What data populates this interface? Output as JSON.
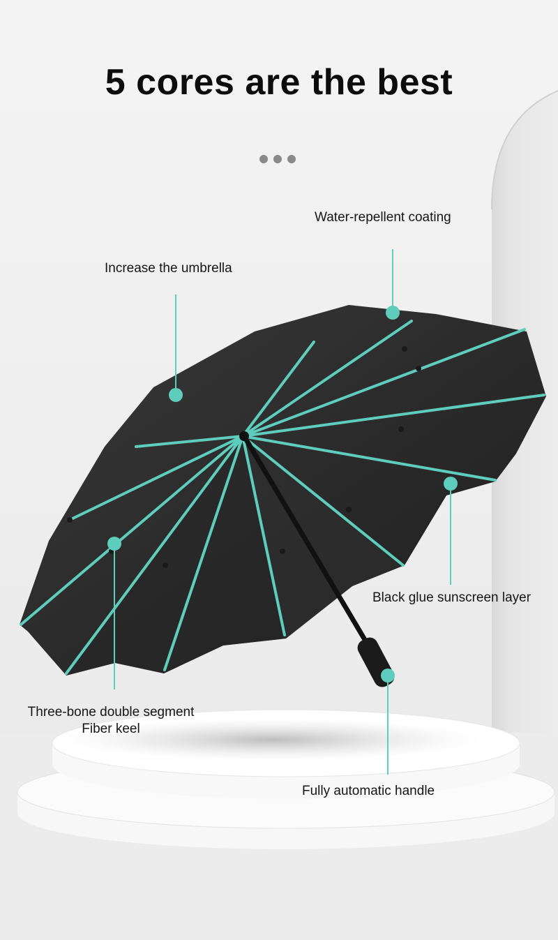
{
  "title": "5 cores are the best",
  "pagination": {
    "dot_count": 3
  },
  "callouts": {
    "water_repellent": "Water-repellent coating",
    "increase_umbrella": "Increase the umbrella",
    "black_glue": "Black glue sunscreen layer",
    "fiber_keel_line1": "Three-bone double segment",
    "fiber_keel_line2": "Fiber keel",
    "handle": "Fully automatic handle"
  },
  "colors": {
    "accent": "#5fcdbb",
    "canopy": "#2b2b2b",
    "background": "#efefef"
  },
  "icons": {
    "umbrella": "umbrella-illustration",
    "pedestal": "podium-pedestal",
    "arch": "background-arch"
  }
}
